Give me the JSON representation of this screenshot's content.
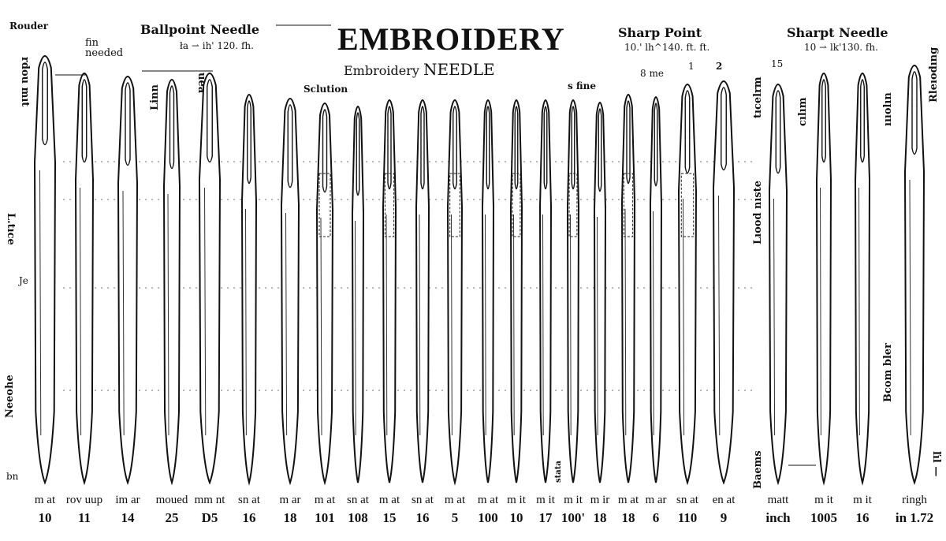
{
  "title": "EMBROIDERY",
  "subtitle": {
    "prefix": "Embroidery",
    "main": "NEEDLE"
  },
  "headers": [
    {
      "label": "Ballpoint Needle",
      "dims": "ła ⇀ ih' 120. fh."
    },
    {
      "label": "Sharp Point",
      "dims": "10.' lh^140. ft. ft."
    },
    {
      "label": "Sharpt Needle",
      "dims": "10 ⇀ lk'130. fh."
    }
  ],
  "annotations": {
    "rouder": "Rouder",
    "fin_needed": "fin needed",
    "solution": "Sclution",
    "s_fine": "s fine",
    "8_me": "8 me",
    "num_1": "1",
    "num_2": "2",
    "num_15": "15",
    "bn": "bn",
    "je": "Je",
    "stata": "stata"
  },
  "vertical_labels": {
    "left_top": "rdou mıt",
    "left_mid": "L.tıce",
    "left_bottom": "Neeohe",
    "linn": "Linn",
    "uea": "uea",
    "right_a": "tıcelrm",
    "right_b": "cılım",
    "right_c": "Lıood nıste",
    "right_d": "ıııolın",
    "right_e": "Bcom bler",
    "right_f": "Rleıodıng",
    "right_g": "Baems",
    "right_h": "ľıl —"
  },
  "needles": [
    {
      "name": "m at",
      "size": "10"
    },
    {
      "name": "rov uup",
      "size": "11"
    },
    {
      "name": "im ar",
      "size": "14"
    },
    {
      "name": "moued",
      "size": "25"
    },
    {
      "name": "mm nt",
      "size": "D5"
    },
    {
      "name": "sn at",
      "size": "16"
    },
    {
      "name": "m ar",
      "size": "18"
    },
    {
      "name": "m at",
      "size": "101"
    },
    {
      "name": "sn at",
      "size": "108"
    },
    {
      "name": "m at",
      "size": "15"
    },
    {
      "name": "sn at",
      "size": "16"
    },
    {
      "name": "m at",
      "size": "5"
    },
    {
      "name": "m at",
      "size": "100"
    },
    {
      "name": "m it",
      "size": "10"
    },
    {
      "name": "m it",
      "size": "17"
    },
    {
      "name": "m it",
      "size": "100'"
    },
    {
      "name": "m ir",
      "size": "18"
    },
    {
      "name": "m at",
      "size": "18"
    },
    {
      "name": "m ar",
      "size": "6"
    },
    {
      "name": "sn at",
      "size": "110"
    },
    {
      "name": "en at",
      "size": "9"
    },
    {
      "name": "matt",
      "size": "inch"
    },
    {
      "name": "m it",
      "size": "1005"
    },
    {
      "name": "m it",
      "size": "16"
    },
    {
      "name": "ringh",
      "size": "in 1.72"
    }
  ]
}
